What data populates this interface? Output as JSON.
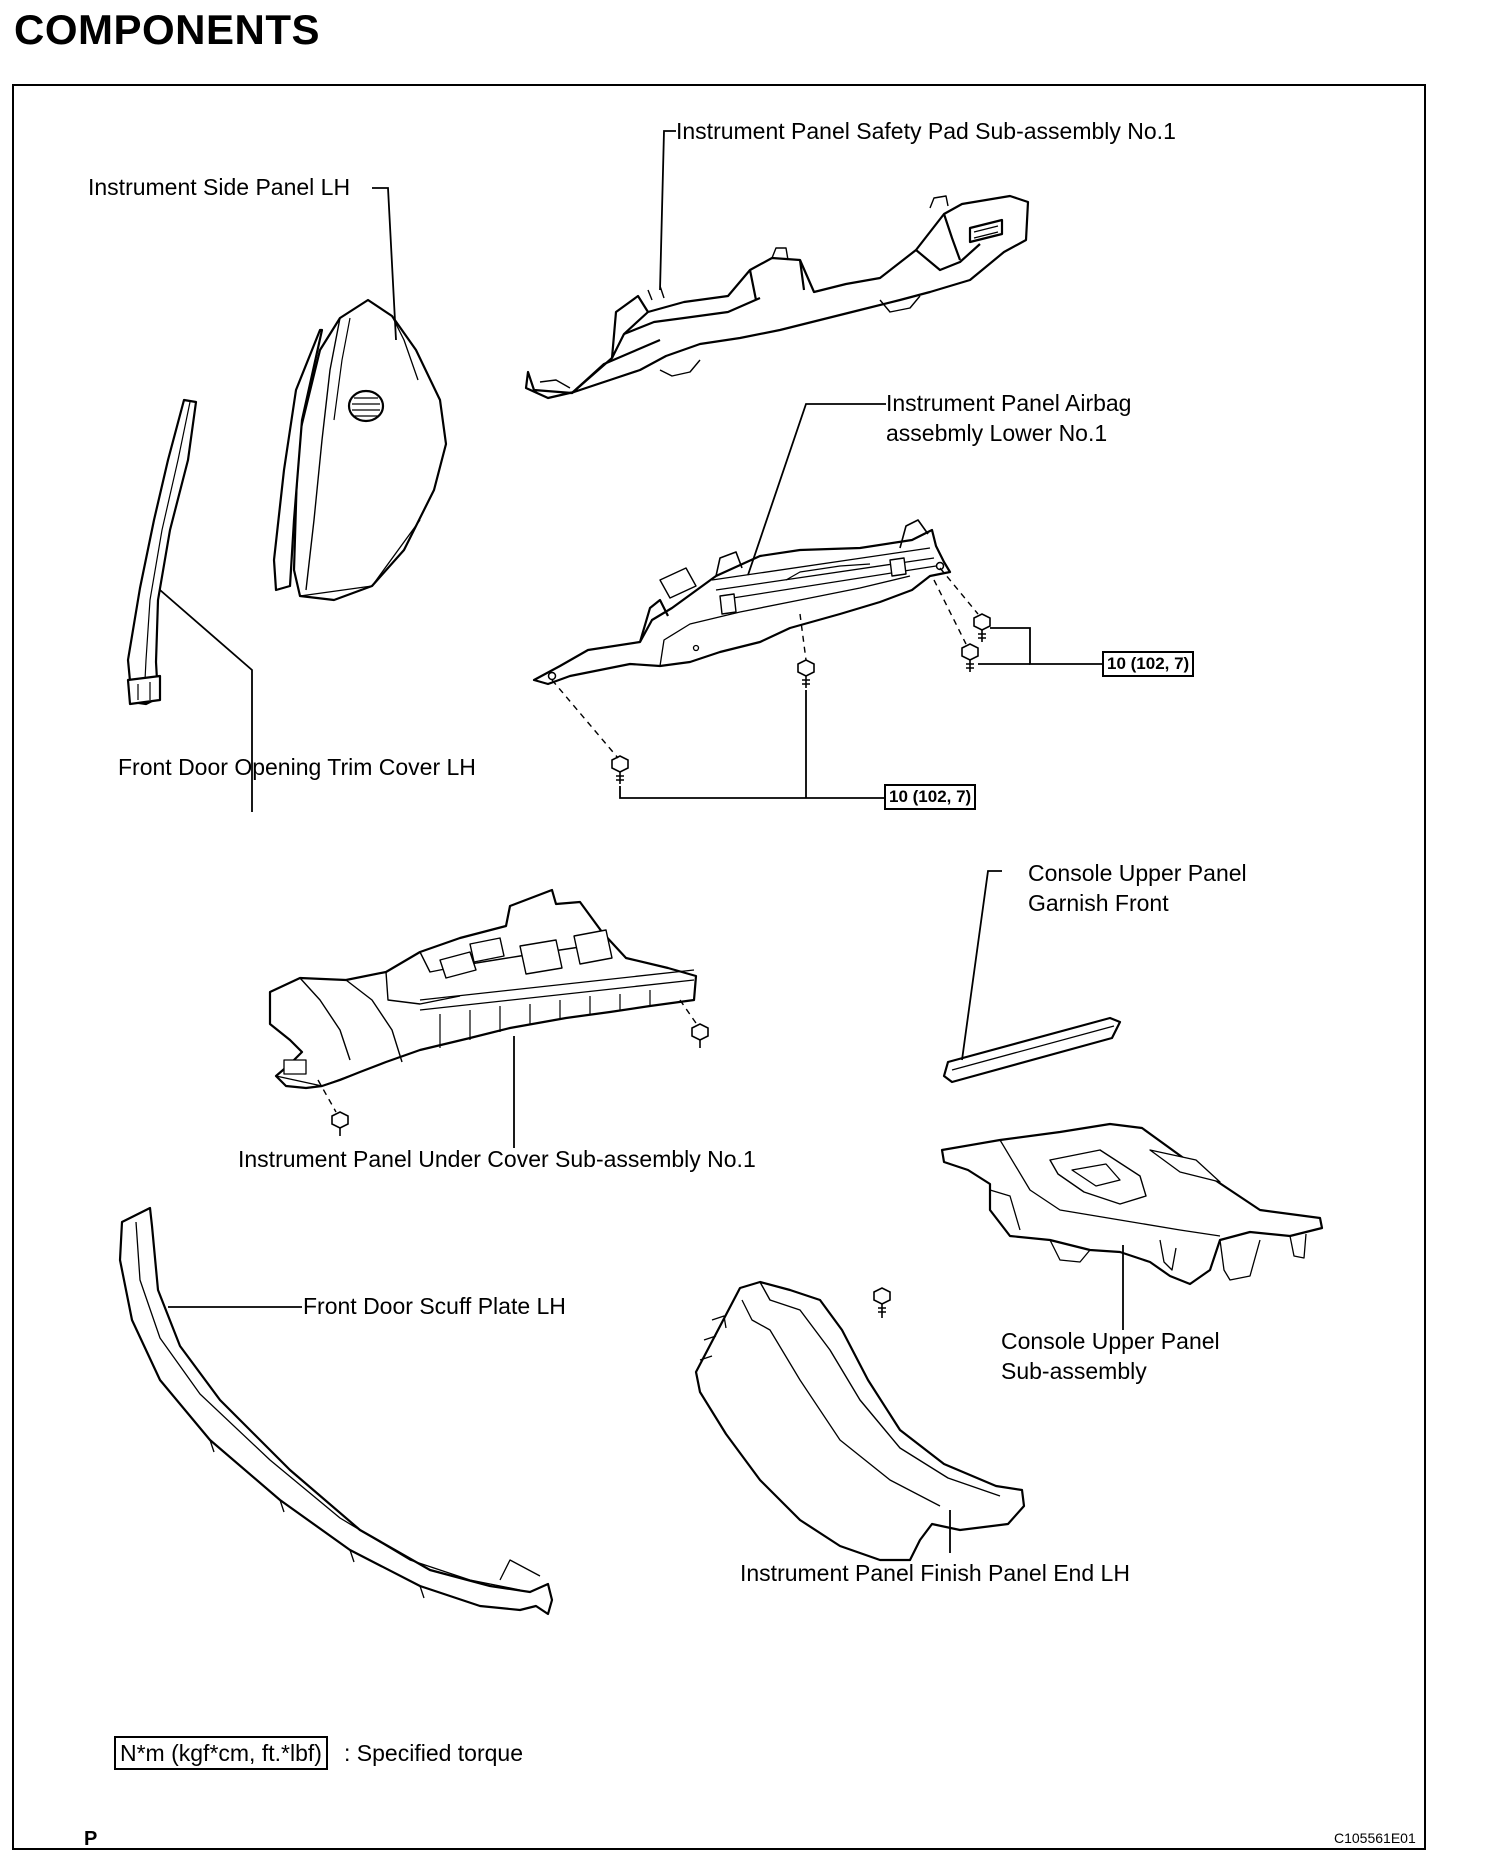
{
  "page": {
    "title": "COMPONENTS",
    "page_letter": "P",
    "figure_code": "C105561E01"
  },
  "labels": {
    "safety_pad": "Instrument Panel Safety Pad Sub-assembly No.1",
    "side_panel": "Instrument Side Panel LH",
    "airbag_line1": "Instrument Panel Airbag",
    "airbag_line2": "assebmly Lower No.1",
    "trim_cover": "Front Door Opening Trim Cover LH",
    "console_garnish_line1": "Console Upper Panel",
    "console_garnish_line2": "Garnish Front",
    "under_cover": "Instrument Panel Under Cover Sub-assembly No.1",
    "scuff_plate": "Front Door Scuff Plate LH",
    "console_panel_line1": "Console Upper Panel",
    "console_panel_line2": "Sub-assembly",
    "finish_panel": "Instrument Panel Finish Panel End LH"
  },
  "torque_specs": {
    "right": "10 (102, 7)",
    "bottom": "10 (102, 7)"
  },
  "legend": {
    "unit_box": "N*m (kgf*cm, ft.*lbf)",
    "description": ": Specified torque"
  }
}
